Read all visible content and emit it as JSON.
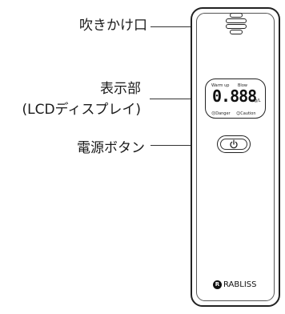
{
  "labels": {
    "mouthpiece": "吹きかけ口",
    "display_line1": "表示部",
    "display_line2": "(LCDディスプレイ)",
    "power_button": "電源ボタン"
  },
  "lcd": {
    "warmup": "Warm up",
    "blow": "Blow",
    "digits": "0.888",
    "unit": "mg/L",
    "danger": "Danger",
    "caution": "Caution"
  },
  "brand": {
    "mark": "R",
    "name": "RABLISS"
  }
}
